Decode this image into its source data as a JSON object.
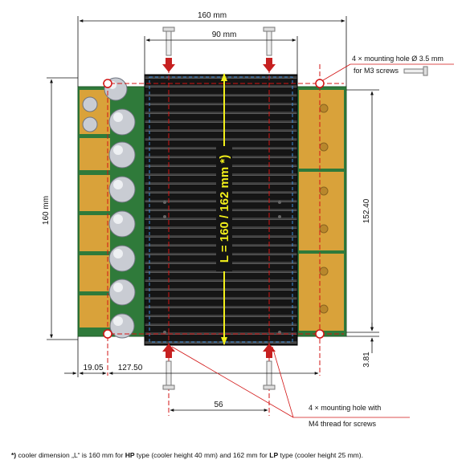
{
  "dimensions": {
    "width_total": "160 mm",
    "cooler_holes": "90 mm",
    "height_total": "160 mm",
    "hole_spacing_vertical": "152.40",
    "offset_left": "19.05",
    "spacing_bottom": "127.50",
    "bottom_offset": "3.81",
    "bottom_holes": "56",
    "cooler_length": "L = 160 / 162 mm *)"
  },
  "callouts": {
    "m3_line1": "4 × mounting hole Ø 3.5 mm",
    "m3_line2": "for M3 screws",
    "m4_line1": "4 × mounting hole with",
    "m4_line2": "M4 thread for screws"
  },
  "footnote": {
    "marker": "*)",
    "p1": " cooler dimension „L“ is 160 mm for ",
    "hp": "HP",
    "p2": " type (cooler height 40 mm) and 162 mm for ",
    "lp": "LP",
    "p3": " type (cooler height 25 mm)."
  },
  "colors": {
    "board": "#2f7a3a",
    "heatsink": "#141414",
    "pads": "#d9a23a",
    "dimension_red": "#d21414",
    "yellow": "#f2ef1a"
  }
}
